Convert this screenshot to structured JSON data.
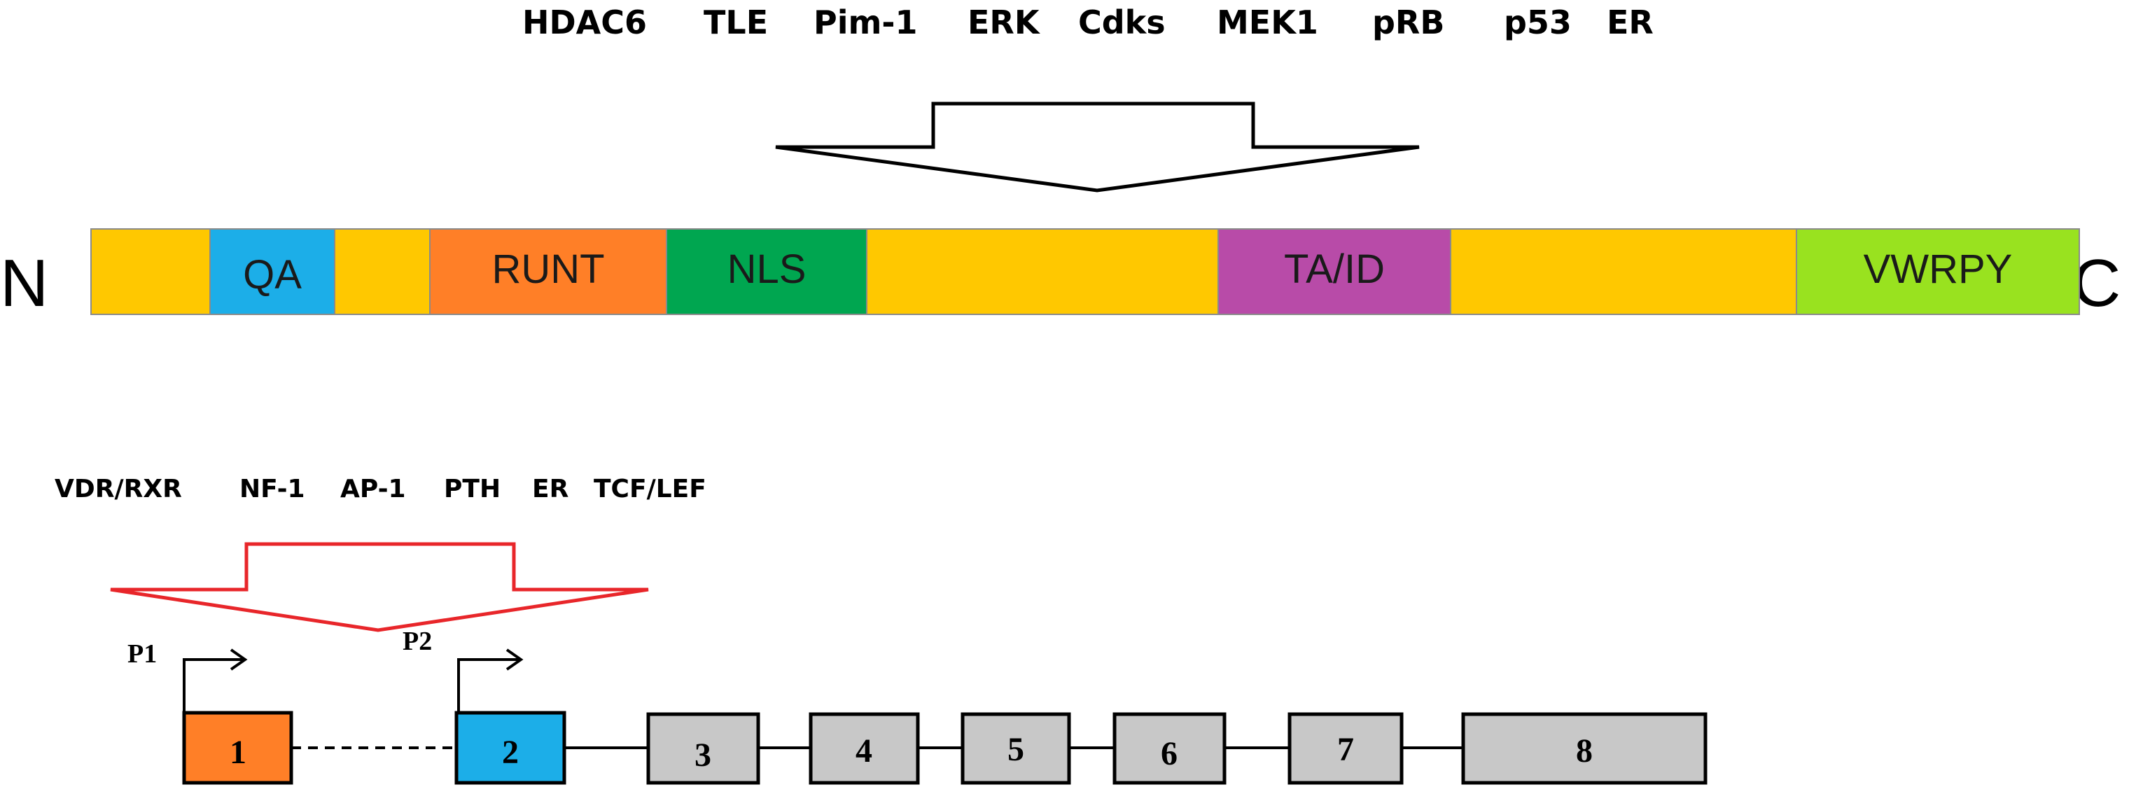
{
  "protein": {
    "interactors": [
      "HDAC6",
      "TLE",
      "Pim-1",
      "ERK",
      "Cdks",
      "MEK1",
      "pRB",
      "p53",
      "ER"
    ],
    "n_terminus": "N",
    "c_terminus": "C",
    "domains": [
      {
        "label": "",
        "color": "#FFC800"
      },
      {
        "label": "QA",
        "color": "#1CAEE8"
      },
      {
        "label": "",
        "color": "#FFC800"
      },
      {
        "label": "RUNT",
        "color": "#FF7F27"
      },
      {
        "label": "NLS",
        "color": "#00A650"
      },
      {
        "label": "",
        "color": "#FFC800"
      },
      {
        "label": "TA/ID",
        "color": "#B84BA8"
      },
      {
        "label": "",
        "color": "#FFC800"
      },
      {
        "label": "VWRPY",
        "color": "#99E21F"
      }
    ]
  },
  "gene": {
    "regulators": [
      "VDR/RXR",
      "NF-1",
      "AP-1",
      "PTH",
      "ER",
      "TCF/LEF"
    ],
    "promoters": [
      "P1",
      "P2"
    ],
    "exons": [
      {
        "label": "1",
        "color": "#FF7F27"
      },
      {
        "label": "2",
        "color": "#1CAEE8"
      },
      {
        "label": "3",
        "color": "#C8C8C8"
      },
      {
        "label": "4",
        "color": "#C8C8C8"
      },
      {
        "label": "5",
        "color": "#C8C8C8"
      },
      {
        "label": "6",
        "color": "#C8C8C8"
      },
      {
        "label": "7",
        "color": "#C8C8C8"
      },
      {
        "label": "8",
        "color": "#C8C8C8"
      }
    ],
    "arrow_color": "#E8262A"
  }
}
